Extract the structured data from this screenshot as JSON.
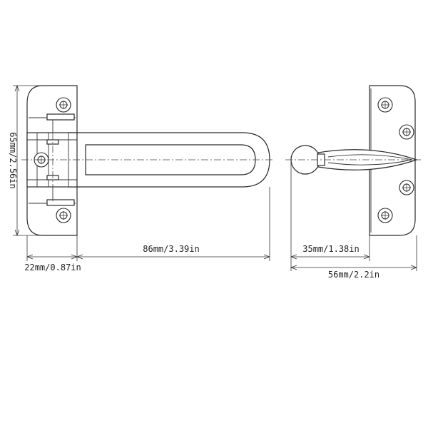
{
  "dimensions": {
    "height_left": "65mm/2.56in",
    "plate_width": "22mm/0.87in",
    "arm_length": "86mm/3.39in",
    "knob_length": "35mm/1.38in",
    "total_right": "56mm/2.2in"
  },
  "colors": {
    "line": "#2a2a2a",
    "background": "#ffffff"
  }
}
